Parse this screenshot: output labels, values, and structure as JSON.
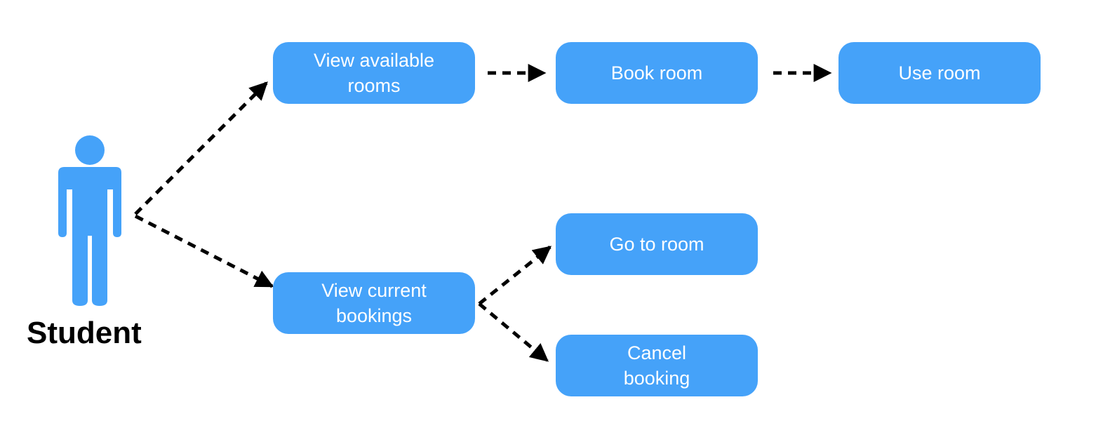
{
  "actor": {
    "label": "Student",
    "icon": "person-icon",
    "color": "#45a2f9"
  },
  "nodes": {
    "view_available": {
      "line1": "View available",
      "line2": "rooms"
    },
    "book_room": {
      "line1": "Book room"
    },
    "use_room": {
      "line1": "Use room"
    },
    "view_current": {
      "line1": "View current",
      "line2": "bookings"
    },
    "go_to_room": {
      "line1": "Go to room"
    },
    "cancel_booking": {
      "line1": "Cancel",
      "line2": "booking"
    }
  },
  "edges": [
    {
      "from": "Student",
      "to": "View available rooms",
      "style": "dashed-arrow"
    },
    {
      "from": "Student",
      "to": "View current bookings",
      "style": "dashed-arrow"
    },
    {
      "from": "View available rooms",
      "to": "Book room",
      "style": "dashed-arrow"
    },
    {
      "from": "Book room",
      "to": "Use room",
      "style": "dashed-arrow"
    },
    {
      "from": "View current bookings",
      "to": "Go to room",
      "style": "dashed-arrow"
    },
    {
      "from": "View current bookings",
      "to": "Cancel booking",
      "style": "dashed-arrow"
    }
  ],
  "colors": {
    "node_fill": "#45a2f9",
    "node_text": "#ffffff",
    "arrow": "#000000"
  }
}
